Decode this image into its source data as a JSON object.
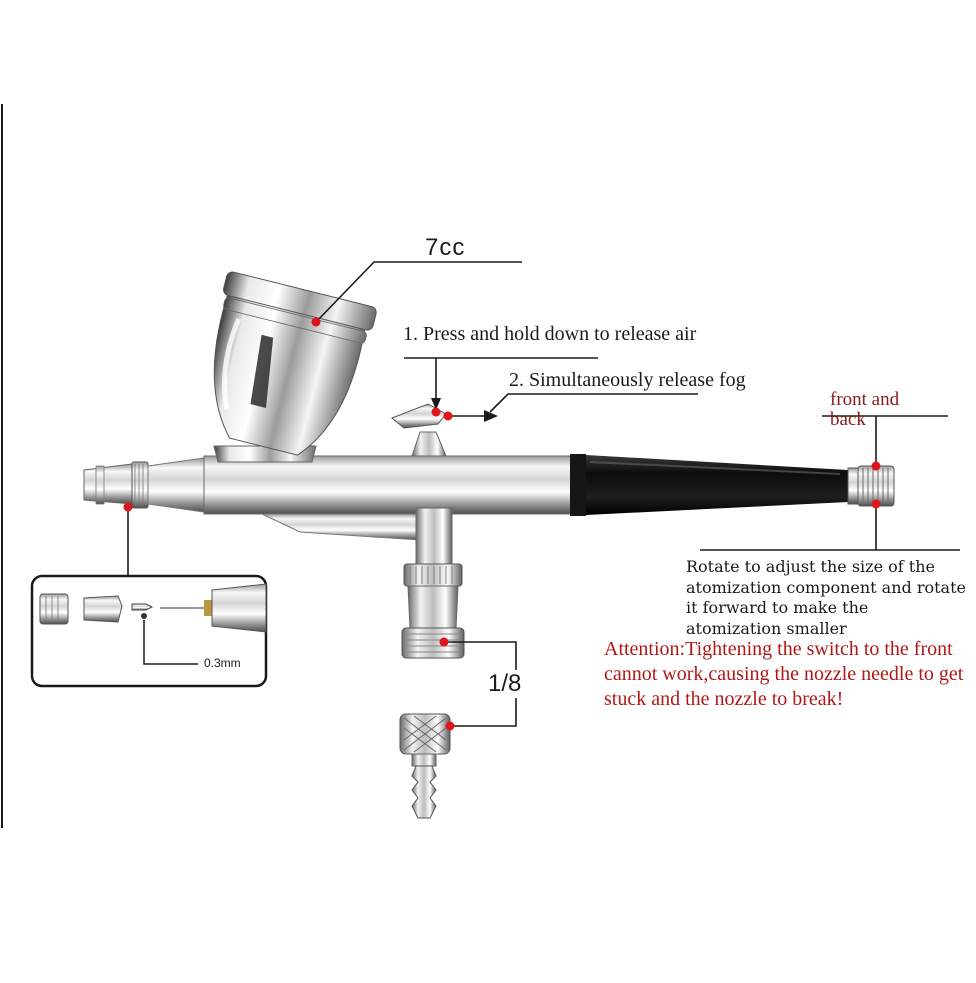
{
  "labels": {
    "cup_capacity": "7cc",
    "step1": "1. Press and hold down to release air",
    "step2": "2. Simultaneously release fog",
    "front_back": "front and back",
    "rotate_note": "Rotate to adjust the size of the atomization component and rotate it forward to make the atomization smaller",
    "attention": "Attention:Tightening the switch to the front cannot work,causing the nozzle needle to get stuck and the nozzle to break!",
    "thread_size": "1/8",
    "nozzle_size": "0.3mm"
  },
  "colors": {
    "marker": "#e0141c",
    "attention_text": "#b01818",
    "front_back_text": "#8b1a1a",
    "line": "#1a1a1a",
    "chrome_light": "#f4f4f4",
    "chrome_mid": "#b8b8b8",
    "chrome_dark": "#5a5a5a",
    "grip": "#141414"
  }
}
